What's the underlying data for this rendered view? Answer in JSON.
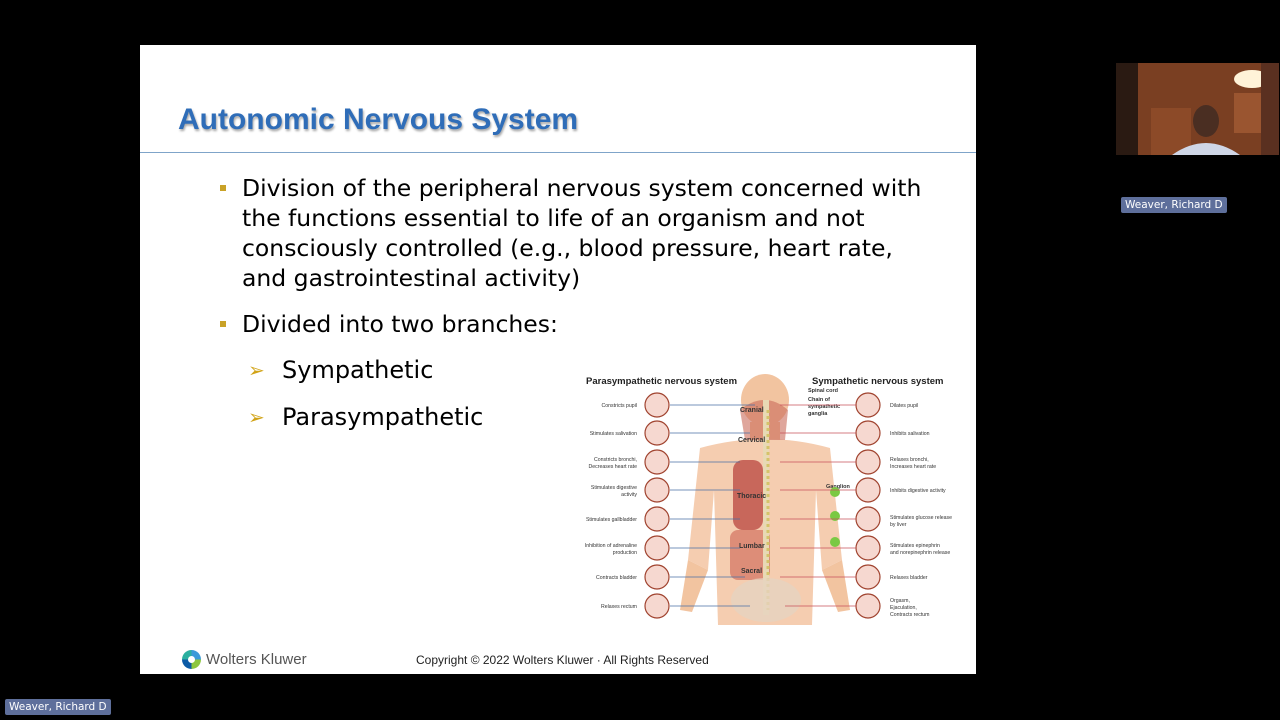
{
  "slide": {
    "title": "Autonomic Nervous System",
    "bullets": [
      {
        "text": "Division of the peripheral nervous system concerned with the functions essential to life of an organism and not consciously controlled (e.g., blood pressure, heart rate, and gastrointestinal activity)"
      },
      {
        "text": "Divided into two branches:"
      }
    ],
    "sub_bullets": [
      "Sympathetic",
      "Parasympathetic"
    ],
    "figure": {
      "left_title": "Parasympathetic nervous system",
      "right_title": "Sympathetic nervous system",
      "left_labels": [
        "Constricts pupil",
        "Stimulates salivation",
        "Constricts bronchi,",
        "Decreases heart rate",
        "Stimulates digestive",
        "activity",
        "Stimulates gallbladder",
        "Inhibition of adrenaline",
        "production",
        "Contracts bladder",
        "Relaxes rectum"
      ],
      "right_labels": [
        "Dilates pupil",
        "Inhibits salivation",
        "Relaxes bronchi,",
        "Increases heart rate",
        "Inhibits digestive activity",
        "Stimulates glucose release",
        "by liver",
        "Stimulates epinephrin",
        "and norepinephrin release",
        "Relaxes bladder",
        "Orgasm,",
        "Ejaculation,",
        "Contracts rectum"
      ],
      "spine_labels": [
        "Cranial",
        "Cervical",
        "Thoracic",
        "Lumbar",
        "Sacral"
      ],
      "cord_labels": [
        "Spinal cord",
        "Chain of",
        "sympathetic",
        "ganglia",
        "Ganglion"
      ]
    },
    "footer": {
      "logo_text": "Wolters Kluwer",
      "copyright": "Copyright © 2022 Wolters Kluwer · All Rights Reserved"
    }
  },
  "participants": {
    "video_name": "Weaver, Richard D",
    "bottom_name": "Weaver, Richard D"
  },
  "colors": {
    "title": "#2f6db8",
    "bullet": "#c9a227",
    "badge": "#5e6f9b"
  }
}
